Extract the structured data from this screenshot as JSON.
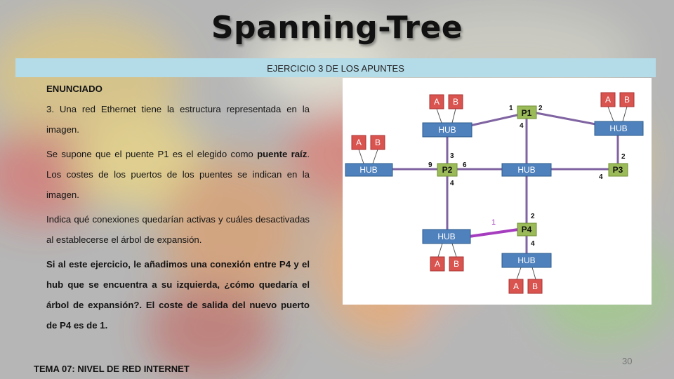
{
  "title": "Spanning-Tree",
  "banner": "EJERCICIO 3 DE LOS APUNTES",
  "heading": "ENUNCIADO",
  "p1": "3. Una red Ethernet tiene la estructura representada en la imagen.",
  "p2a": "Se supone que el puente P1 es el elegido como ",
  "p2b": "puente raíz",
  "p2c": ". Los costes de los puertos de los puentes se indican en la imagen.",
  "p3": "Indica qué conexiones quedarían activas y cuáles desactivadas al establecerse el árbol de expansión.",
  "p4": "Si al este ejercicio, le añadimos una conexión entre P4 y el hub que se encuentra a su izquierda, ¿cómo quedaría el árbol de expansión?. El coste de salida del nuevo puerto de P4 es de 1.",
  "footer": "TEMA 07: NIVEL DE RED INTERNET",
  "page_number": "30",
  "diagram": {
    "hub_label": "HUB",
    "host_a": "A",
    "host_b": "B",
    "bridges": {
      "p1": "P1",
      "p2": "P2",
      "p3": "P3",
      "p4": "P4"
    },
    "ports": {
      "p1_left": "1",
      "p1_right": "2",
      "p1_bottom": "4",
      "p2_top": "3",
      "p2_left": "9",
      "p2_right": "6",
      "p2_bottom": "4",
      "p3_top": "2",
      "p3_bottom": "4",
      "p4_top": "2",
      "p4_bottom": "4",
      "new_link_cost": "1"
    },
    "colors": {
      "hub_fill": "#4f81bd",
      "hub_stroke": "#2e5c8a",
      "bridge_fill": "#9bbb59",
      "bridge_stroke": "#6f8f33",
      "host_fill": "#d9534f",
      "link": "#8064a2",
      "new_link": "#a63dbf"
    }
  }
}
